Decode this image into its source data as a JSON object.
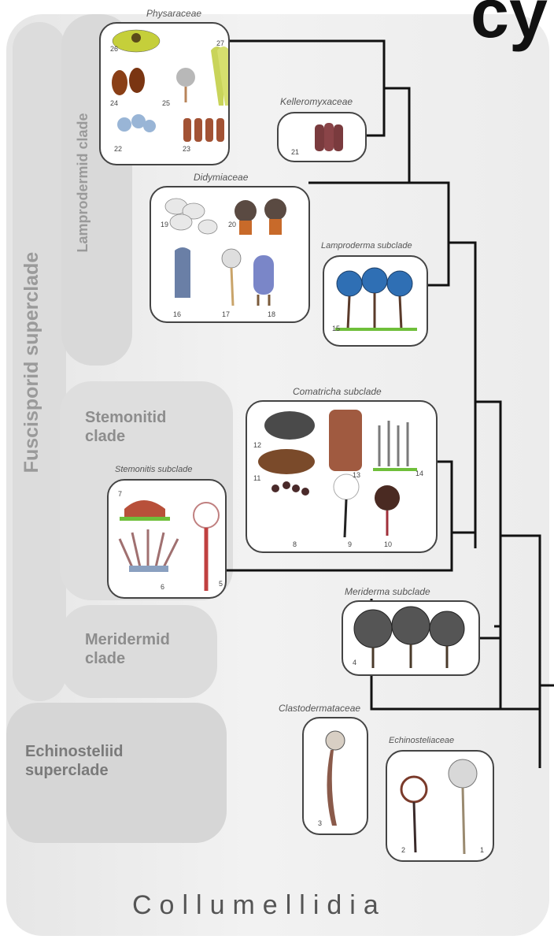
{
  "title_fragment": "cy",
  "bottom_title": "Collumellidia",
  "superclades": {
    "fuscisporid": "Fuscisporid superclade",
    "echinosteliid": "Echinosteliid superclade"
  },
  "clades": {
    "lamprodermid": "Lamprodermid clade",
    "stemonitid": "Stemonitid clade",
    "meridermid": "Meridermid clade"
  },
  "groups": {
    "physaraceae": {
      "label": "Physaraceae",
      "numbers": [
        "26",
        "27",
        "24",
        "25",
        "22",
        "23"
      ]
    },
    "kelleromyxaceae": {
      "label": "Kelleromyxaceae",
      "numbers": [
        "21"
      ]
    },
    "didymiaceae": {
      "label": "Didymiaceae",
      "numbers": [
        "19",
        "20",
        "16",
        "17",
        "18"
      ]
    },
    "lamproderma": {
      "label": "Lamproderma subclade",
      "numbers": [
        "15"
      ]
    },
    "comatricha": {
      "label": "Comatricha subclade",
      "numbers": [
        "12",
        "11",
        "13",
        "14",
        "8",
        "9",
        "10"
      ]
    },
    "stemonitis": {
      "label": "Stemonitis subclade",
      "numbers": [
        "7",
        "6",
        "5"
      ]
    },
    "meriderma": {
      "label": "Meriderma subclade",
      "numbers": [
        "4"
      ]
    },
    "clastodermataceae": {
      "label": "Clastodermataceae",
      "numbers": [
        "3"
      ]
    },
    "echinosteliaceae": {
      "label": "Echinosteliaceae",
      "numbers": [
        "2",
        "1"
      ]
    }
  },
  "colors": {
    "band": "#dddddd",
    "box_border": "#444444",
    "tree_line": "#111111",
    "label_gray": "#8d8d8d"
  }
}
